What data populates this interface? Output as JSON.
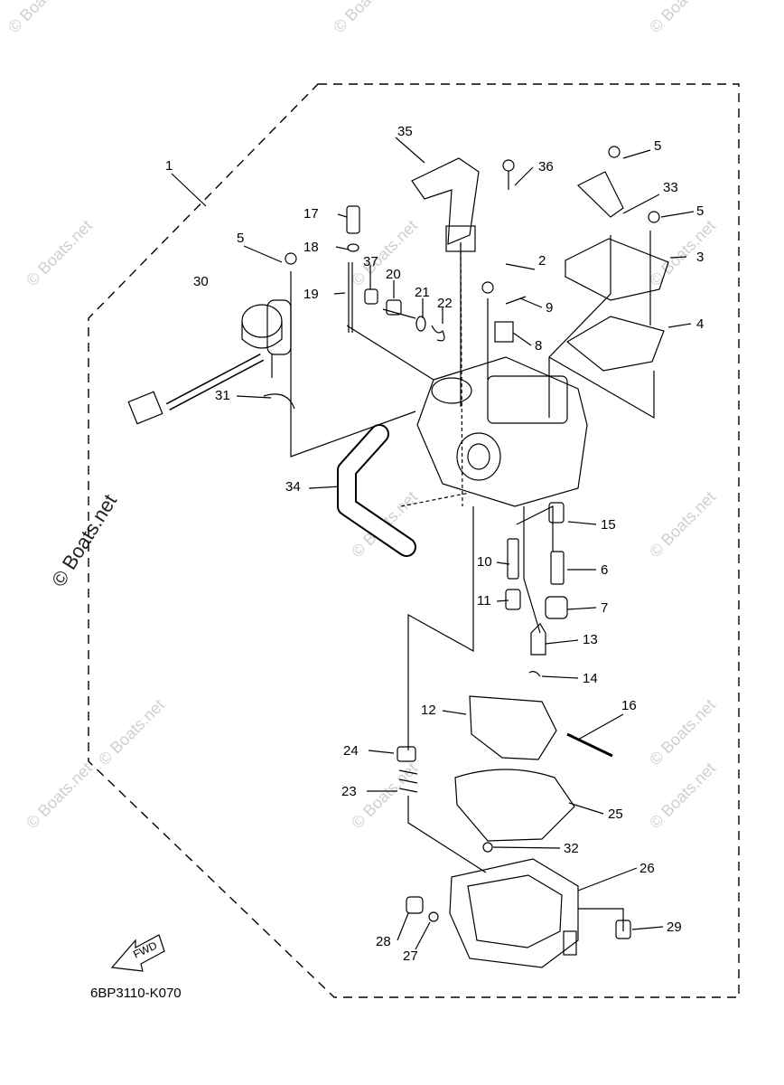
{
  "watermark": "© Boats.net",
  "diagram_code": "6BP3110-K070",
  "fwd_label": "FWD",
  "callouts": {
    "c1": "1",
    "c2": "2",
    "c3": "3",
    "c4": "4",
    "c5a": "5",
    "c5b": "5",
    "c5c": "5",
    "c6": "6",
    "c7": "7",
    "c8": "8",
    "c9": "9",
    "c10": "10",
    "c11": "11",
    "c12": "12",
    "c13": "13",
    "c14": "14",
    "c15": "15",
    "c16": "16",
    "c17": "17",
    "c18": "18",
    "c19": "19",
    "c20": "20",
    "c21": "21",
    "c22": "22",
    "c23": "23",
    "c24": "24",
    "c25": "25",
    "c26": "26",
    "c27": "27",
    "c28": "28",
    "c29": "29",
    "c30": "30",
    "c31": "31",
    "c32": "32",
    "c33": "33",
    "c34": "34",
    "c35": "35",
    "c36": "36",
    "c37": "37"
  }
}
